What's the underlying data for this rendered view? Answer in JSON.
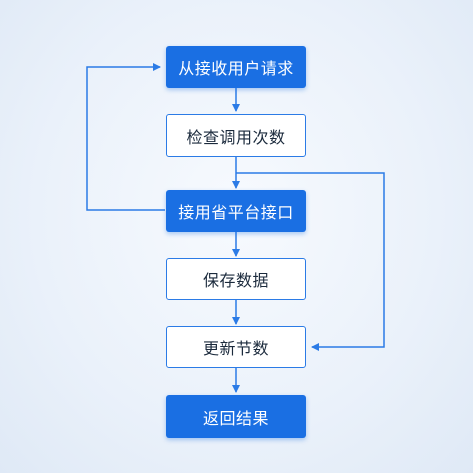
{
  "flowchart": {
    "steps": [
      {
        "label": "从接收用户请求",
        "style": "filled"
      },
      {
        "label": "检查调用次数",
        "style": "outline"
      },
      {
        "label": "接用省平台接口",
        "style": "filled"
      },
      {
        "label": "保存数据",
        "style": "outline"
      },
      {
        "label": "更新节数",
        "style": "outline"
      },
      {
        "label": "返回结果",
        "style": "filled"
      }
    ],
    "colors": {
      "accent": "#1a6fe3",
      "line": "#2b7be6",
      "outline_text": "#1b2a3c"
    }
  }
}
